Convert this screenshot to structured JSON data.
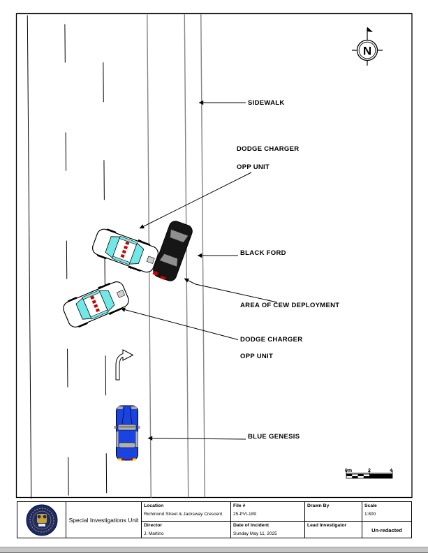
{
  "compass": {
    "label": "N"
  },
  "annotations": {
    "sidewalk": "SIDEWALK",
    "opp_unit_top_line1": "DODGE CHARGER",
    "opp_unit_top_line2": "OPP UNIT",
    "black_ford": "BLACK FORD",
    "cew": "AREA OF CEW DEPLOYMENT",
    "opp_unit_bottom_line1": "DODGE CHARGER",
    "opp_unit_bottom_line2": "OPP UNIT",
    "blue_genesis": "BLUE GENESIS"
  },
  "scale_bar": {
    "zero": "0m",
    "mid": "2",
    "end": "4"
  },
  "title_block": {
    "organization": "Special Investigations Unit",
    "location_label": "Location",
    "location_value": "Richmond Street & Jacksway Crescent",
    "director_label": "Director",
    "director_value": "J. Martino",
    "file_label": "File #",
    "file_value": "25-PVI-189",
    "date_label": "Date of Incident",
    "date_value": "Sunday May 11, 2025",
    "drawn_by_label": "Drawn By",
    "drawn_by_value": "",
    "lead_label": "Lead Investigator",
    "lead_value": "",
    "scale_label": "Scale",
    "scale_value": "1:800",
    "redaction_status": "Un-redacted"
  },
  "vehicles": [
    {
      "name": "opp-dodge-charger-1",
      "body_color": "#ffffff",
      "window_color": "#72e8e6"
    },
    {
      "name": "opp-dodge-charger-2",
      "body_color": "#ffffff",
      "window_color": "#72e8e6"
    },
    {
      "name": "black-ford",
      "body_color": "#161616",
      "window_color": "#8f8f8f"
    },
    {
      "name": "blue-genesis",
      "body_color": "#1a43e0",
      "window_color": "#b0b0b0"
    }
  ],
  "colors": {
    "road_line_gray": "#848484",
    "lightbar_red": "#cc0000",
    "seal_navy": "#1b2a6b",
    "seal_gold": "#c9a227"
  }
}
